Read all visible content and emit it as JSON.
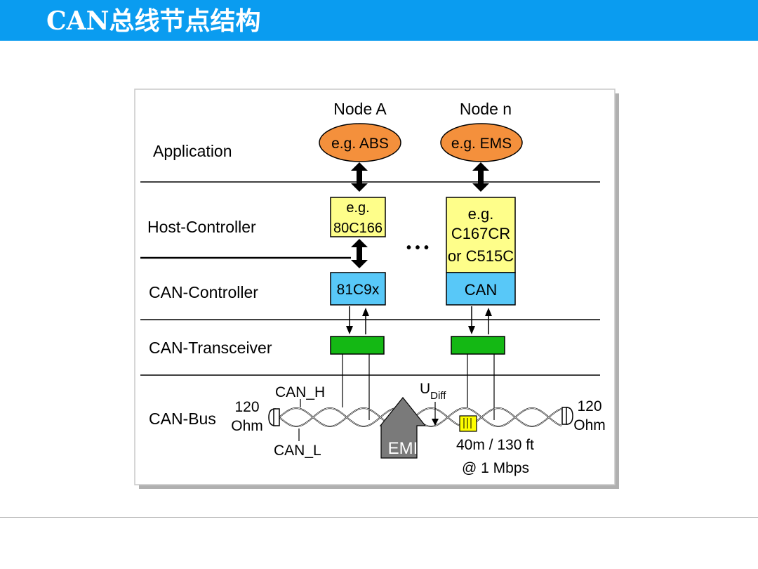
{
  "title": "CAN总线节点结构",
  "diagram": {
    "nodes": {
      "node_a": "Node A",
      "node_n": "Node n",
      "app_a": "e.g. ABS",
      "app_n": "e.g. EMS",
      "host_a_line1": "e.g.",
      "host_a_line2": "80C166",
      "host_n_line1": "e.g.",
      "host_n_line2": "C167CR",
      "host_n_line3": "or C515C",
      "can_ctrl_a": "81C9x",
      "can_ctrl_n": "CAN",
      "ellipsis": "• • •"
    },
    "layers": {
      "application": "Application",
      "host_controller": "Host-Controller",
      "can_controller": "CAN-Controller",
      "can_transceiver": "CAN-Transceiver",
      "can_bus": "CAN-Bus"
    },
    "bus": {
      "can_h": "CAN_H",
      "can_l": "CAN_L",
      "u_diff": "U",
      "u_diff_sub": "Diff",
      "left_term_value": "120",
      "left_term_unit": "Ohm",
      "right_term_value": "120",
      "right_term_unit": "Ohm",
      "emi": "EMI",
      "length": "40m / 130 ft",
      "speed": "@ 1 Mbps"
    },
    "colors": {
      "app_oval": "#f4903c",
      "host_box": "#fefe8a",
      "can_ctrl_box": "#58c8f8",
      "transceiver": "#14b814",
      "emi_arrow": "#7a7a7a"
    }
  }
}
